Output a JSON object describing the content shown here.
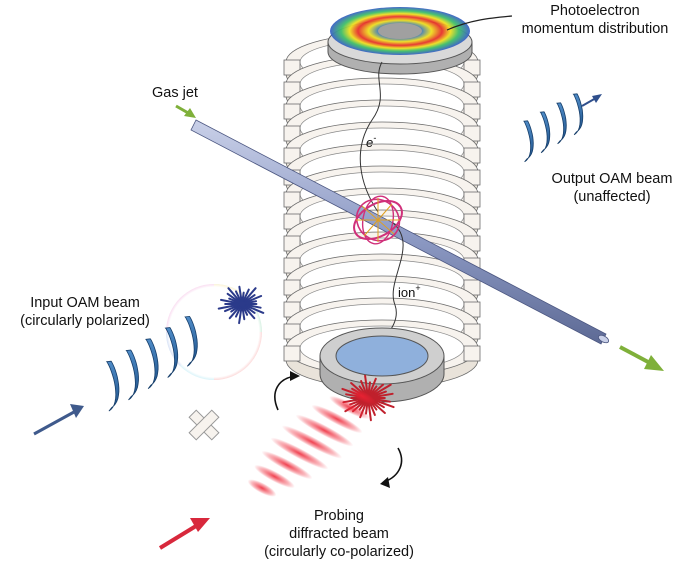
{
  "labels": {
    "photoelectron_line1": "Photoelectron",
    "photoelectron_line2": "momentum distribution",
    "gas_jet": "Gas jet",
    "output_line1": "Output OAM beam",
    "output_line2": "(unaffected)",
    "input_line1": "Input OAM beam",
    "input_line2": "(circularly polarized)",
    "electron": "e",
    "electron_sup": "-",
    "ion": "ion",
    "ion_sup": "+",
    "probing_line1": "Probing",
    "probing_line2": "diffracted beam",
    "probing_line3": "(circularly co-polarized)"
  },
  "colors": {
    "gas_jet_tube": "#8f9cc6",
    "gas_jet_arrow": "#7fb03a",
    "input_beam_arrow": "#3f5a8c",
    "probe_beam_arrow": "#d8283c",
    "helix": "#2f6fae",
    "probe_pulse": "#ee2233",
    "detector_plate": "#a8a8a8",
    "bottom_detector": "#8fb0dc",
    "rings": "#f7f3ee",
    "orbit": "#d0307a"
  }
}
